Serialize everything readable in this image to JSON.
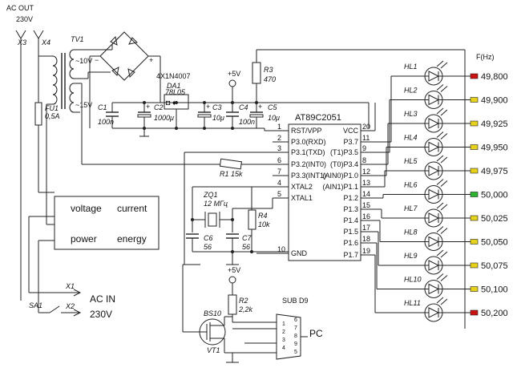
{
  "labels": {
    "ac_out": "AC OUT",
    "ac_out_v": "230V",
    "x3": "X3",
    "x4": "X4",
    "tv1": "TV1",
    "v10": "~10V",
    "v15": "~15V",
    "fu1": "FU1",
    "fu1_val": "0,5A",
    "bridge": "4X1N4007",
    "da1": "DA1",
    "da1_type": "78L05",
    "plus5": "+5V",
    "plus5b": "+5V",
    "c1": "C1",
    "c1v": "100n",
    "c2": "C2",
    "c2v": "1000μ",
    "c3": "C3",
    "c3v": "10μ",
    "c4": "C4",
    "c4v": "100n",
    "c5": "C5",
    "c5v": "10μ",
    "r3": "R3",
    "r3v": "470",
    "r1": "R1 15k",
    "zq1": "ZQ1",
    "zq1v": "12 МГц",
    "r4": "R4",
    "r4v": "10k",
    "c6": "C6",
    "c6v": "56",
    "c7": "C7",
    "c7v": "56",
    "r2": "R2",
    "r2v": "2,2k",
    "bs10": "BS10",
    "vt1": "VT1",
    "subd9": "SUB D9",
    "pc": "PC",
    "x1": "X1",
    "x2": "X2",
    "sa1": "SA1",
    "ac_in": "AC IN",
    "ac_in_v": "230V",
    "fhz": "F(Hz)"
  },
  "meter": {
    "voltage": "voltage",
    "current": "current",
    "power": "power",
    "energy": "energy"
  },
  "mcu": {
    "name": "AT89C2051",
    "left_pins": [
      {
        "num": "1",
        "label": "RST/VPP"
      },
      {
        "num": "2",
        "label": "P3.0(RXD)"
      },
      {
        "num": "3",
        "label": "P3.1(TXD)"
      },
      {
        "num": "6",
        "label": "P3.2(INT0)"
      },
      {
        "num": "7",
        "label": "P3.3(INT1)"
      },
      {
        "num": "4",
        "label": "XTAL2"
      },
      {
        "num": "5",
        "label": "XTAL1"
      },
      {
        "num": "10",
        "label": "GND"
      }
    ],
    "right_pins": [
      {
        "num": "20",
        "label": "VCC"
      },
      {
        "num": "11",
        "label": "P3.7"
      },
      {
        "num": "9",
        "label": "(T1)P3.5"
      },
      {
        "num": "8",
        "label": "(T0)P3.4"
      },
      {
        "num": "12",
        "label": "(AIN0)P1.0"
      },
      {
        "num": "13",
        "label": "(AIN1)P1.1"
      },
      {
        "num": "14",
        "label": "P1.2"
      },
      {
        "num": "15",
        "label": "P1.3"
      },
      {
        "num": "16",
        "label": "P1.4"
      },
      {
        "num": "17",
        "label": "P1.5"
      },
      {
        "num": "18",
        "label": "P1.6"
      },
      {
        "num": "19",
        "label": "P1.7"
      }
    ]
  },
  "db9_pins": [
    "6",
    "1",
    "7",
    "2",
    "8",
    "3",
    "9",
    "4",
    "5"
  ],
  "leds": [
    {
      "name": "HL1",
      "freq": "49,800",
      "color": "#cc1111"
    },
    {
      "name": "HL2",
      "freq": "49,900",
      "color": "#e6d21a"
    },
    {
      "name": "HL3",
      "freq": "49,925",
      "color": "#e6d21a"
    },
    {
      "name": "HL4",
      "freq": "49,950",
      "color": "#e6d21a"
    },
    {
      "name": "HL5",
      "freq": "49,975",
      "color": "#e6d21a"
    },
    {
      "name": "HL6",
      "freq": "50,000",
      "color": "#2db52d"
    },
    {
      "name": "HL7",
      "freq": "50,025",
      "color": "#e6d21a"
    },
    {
      "name": "HL8",
      "freq": "50,050",
      "color": "#e6d21a"
    },
    {
      "name": "HL9",
      "freq": "50,075",
      "color": "#e6d21a"
    },
    {
      "name": "HL10",
      "freq": "50,100",
      "color": "#e6d21a"
    },
    {
      "name": "HL11",
      "freq": "50,200",
      "color": "#cc1111"
    }
  ]
}
